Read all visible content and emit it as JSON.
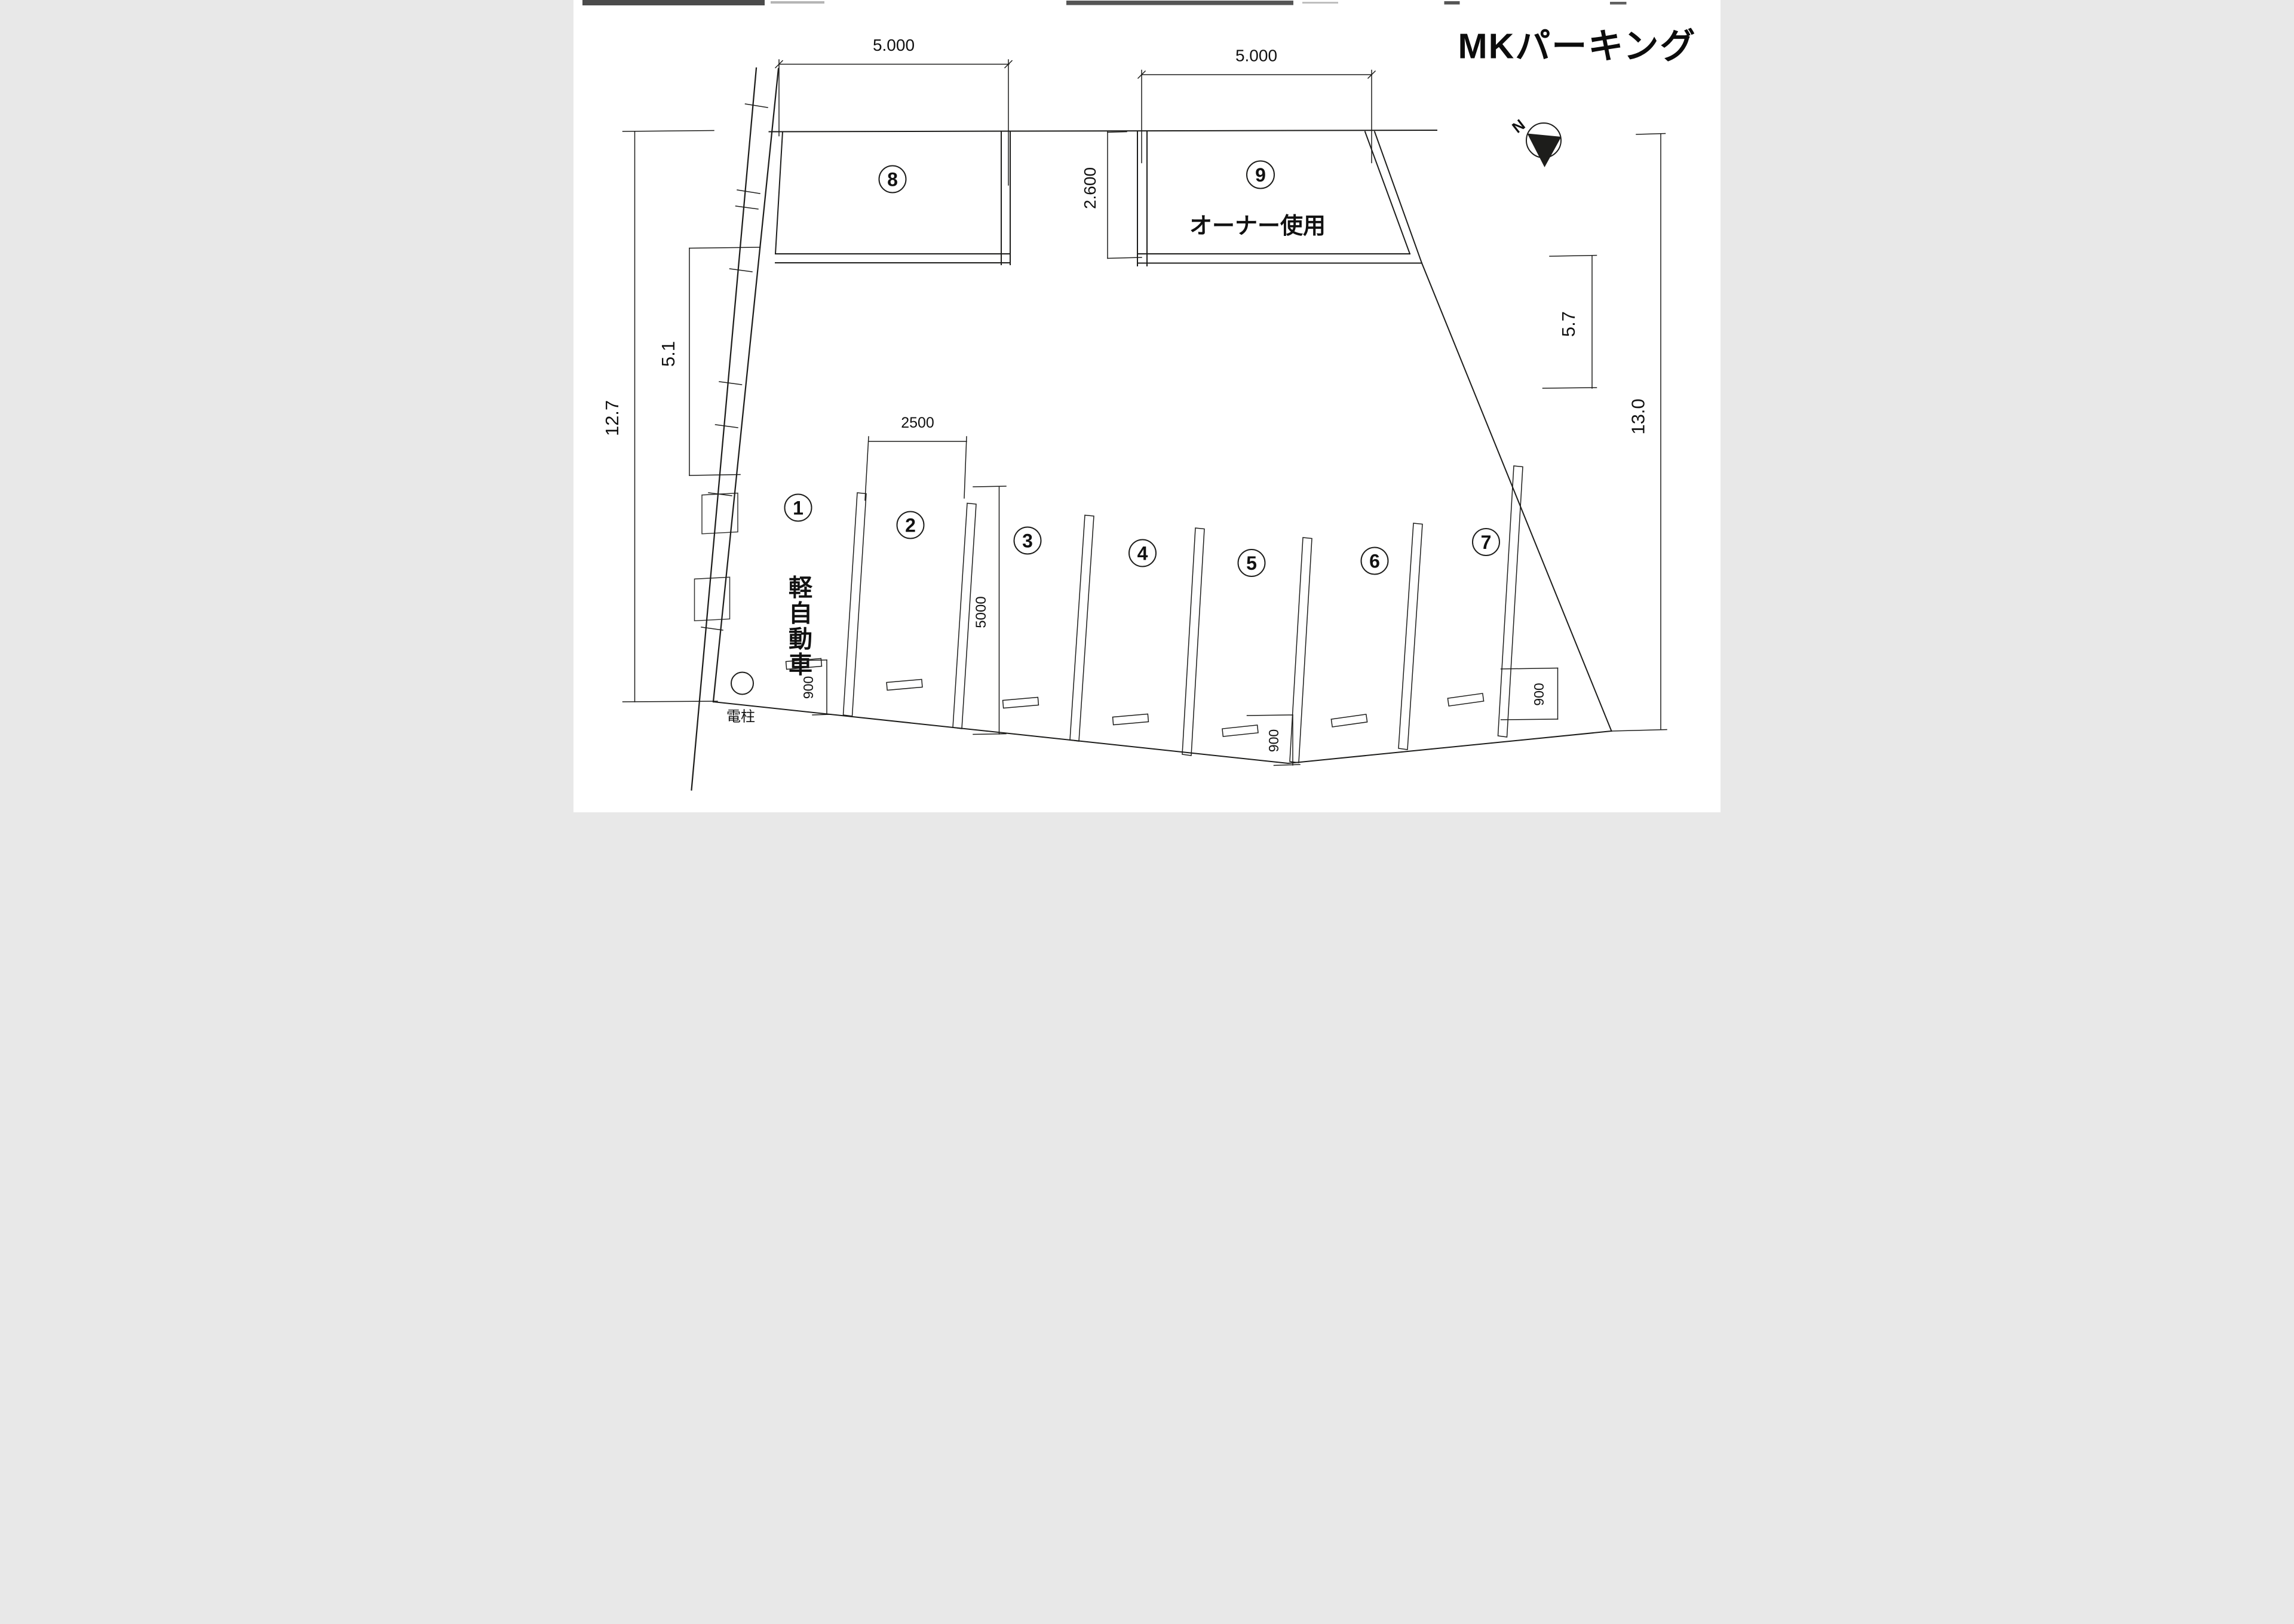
{
  "title": "MKパーキング",
  "north": {
    "label": "N"
  },
  "spaces": [
    {
      "number": "1",
      "note": "軽自動車"
    },
    {
      "number": "2"
    },
    {
      "number": "3"
    },
    {
      "number": "4"
    },
    {
      "number": "5"
    },
    {
      "number": "6"
    },
    {
      "number": "7"
    },
    {
      "number": "8"
    },
    {
      "number": "9",
      "note": "オーナー使用"
    }
  ],
  "dimensions": {
    "space8_width": "5.000",
    "space9_width": "5.000",
    "gate_depth": "2.600",
    "west_total": "12.7",
    "west_part": "5.1",
    "space2_width": "2500",
    "space3_depth": "5000",
    "east_part": "5.7",
    "east_total": "13.0",
    "setback_space1": "900",
    "setback_space5": "900",
    "setback_space7": "900"
  },
  "landmarks": {
    "pole_label": "電柱"
  },
  "colors": {
    "line": "#1d1d1b",
    "paper": "#ffffff"
  }
}
